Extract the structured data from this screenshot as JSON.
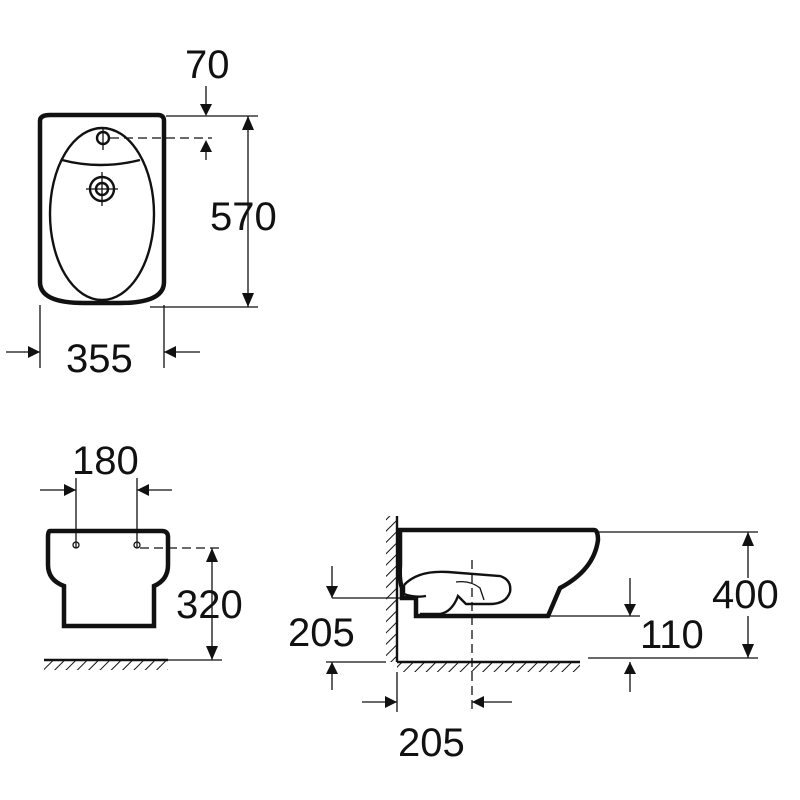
{
  "dimensions": {
    "top_tap_offset": "70",
    "top_depth": "570",
    "top_width": "355",
    "front_fixing_spacing": "180",
    "front_fixing_height": "320",
    "side_inlet_height": "205",
    "side_outlet_height": "110",
    "side_total_height": "400",
    "side_drain_offset": "205"
  }
}
